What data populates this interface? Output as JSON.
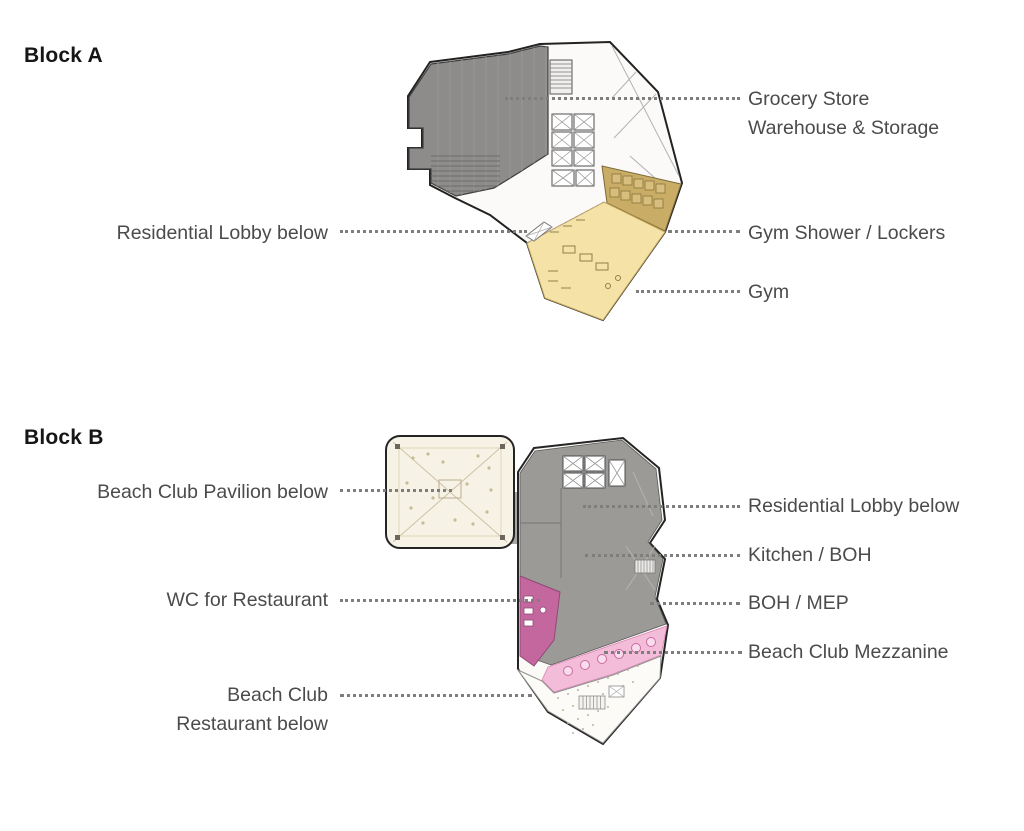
{
  "block_a": {
    "title": "Block A",
    "labels": {
      "grocery": {
        "text": "Grocery Store\nWarehouse & Storage"
      },
      "residential_lobby": {
        "text": "Residential Lobby below"
      },
      "gym_shower": {
        "text": "Gym Shower / Lockers"
      },
      "gym": {
        "text": "Gym"
      }
    }
  },
  "block_b": {
    "title": "Block B",
    "labels": {
      "pavilion": {
        "text": "Beach Club Pavilion below"
      },
      "residential_lobby": {
        "text": "Residential Lobby below"
      },
      "kitchen": {
        "text": "Kitchen / BOH"
      },
      "wc": {
        "text": "WC for Restaurant"
      },
      "boh_mep": {
        "text": "BOH / MEP"
      },
      "mezzanine": {
        "text": "Beach Club Mezzanine"
      },
      "restaurant": {
        "text": "Beach Club\nRestaurant below"
      }
    }
  },
  "colors": {
    "warehouse_gray": "#8d8c8a",
    "building_gray": "#9b9a97",
    "gym_yellow": "#f5e2a6",
    "lockers_tan": "#c9ad66",
    "pavilion_cream": "#f7f2e6",
    "wc_pink": "#c4679f",
    "mezzanine_pink": "#f3bcd8",
    "leader_gray": "#7e7e7e",
    "label_text": "#4b4b4b",
    "title_text": "#161616"
  }
}
